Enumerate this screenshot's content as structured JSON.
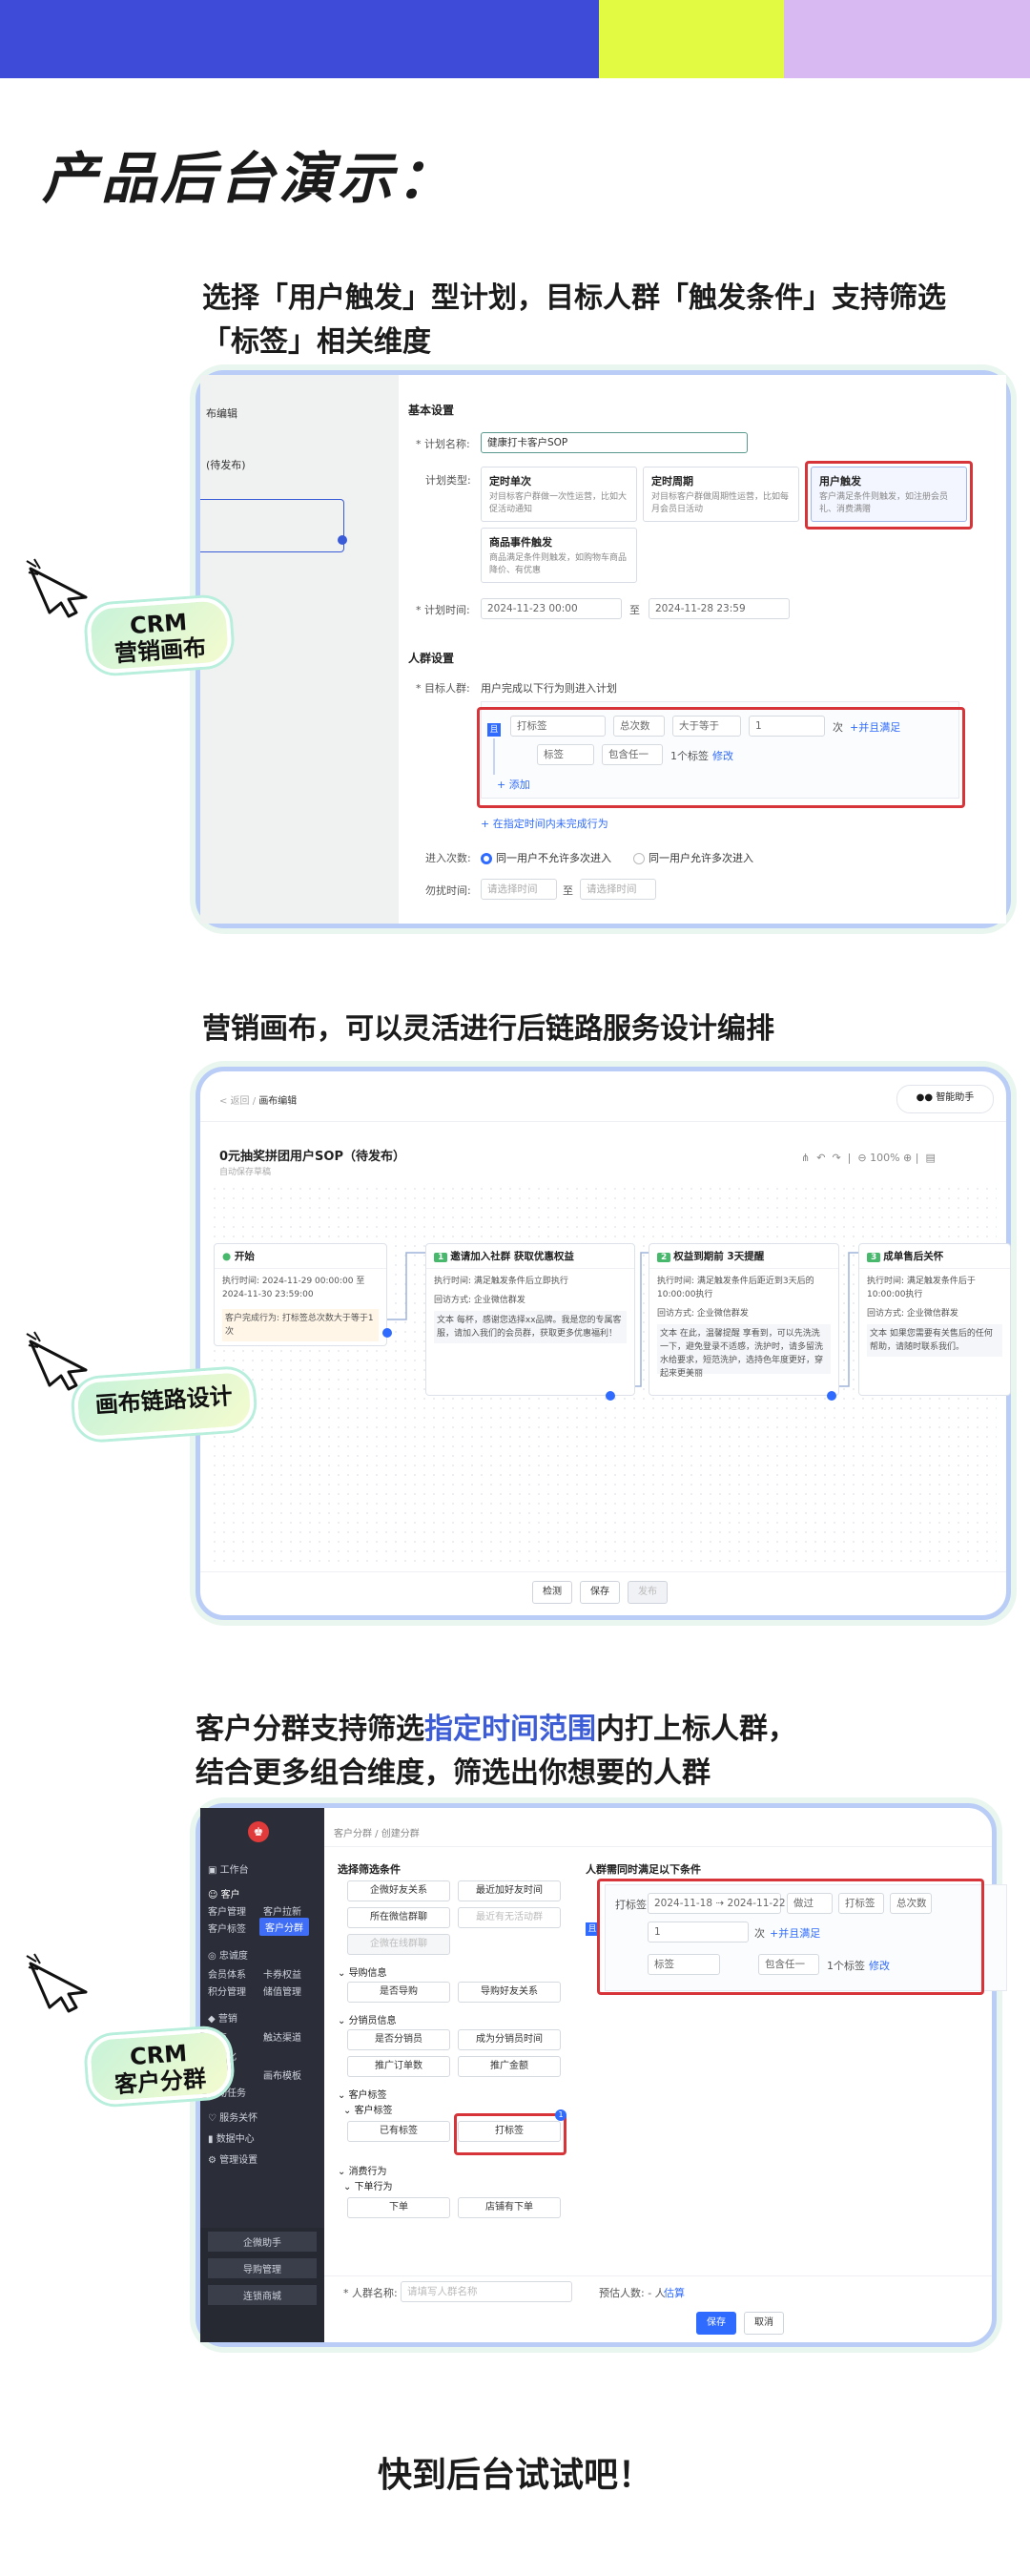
{
  "colors": {
    "bar_blue": "#3d4bd8",
    "bar_yellow": "#e3fa42",
    "bar_purple": "#d8b9f2",
    "frame": "#b9cdf6",
    "highlight": "#3d5dd6",
    "red_box": "#d7343a"
  },
  "title": "产品后台演示：",
  "section1": {
    "caption_line1": "选择「用户触发」型计划，目标人群「触发条件」支持筛选",
    "caption_line2": "「标签」相关维度",
    "badge_line1": "CRM",
    "badge_line2": "营销画布",
    "sidebar_label1": "布编辑",
    "sidebar_label2": "(待发布)",
    "basic_settings": "基本设置",
    "plan_name_label": "* 计划名称:",
    "plan_name_value": "健康打卡客户SOP",
    "plan_type_label": "计划类型:",
    "types": [
      {
        "title": "定时单次",
        "desc": "对目标客户群做一次性运营，比如大促活动通知"
      },
      {
        "title": "定时周期",
        "desc": "对目标客户群做周期性运营，比如每月会员日活动"
      },
      {
        "title": "用户触发",
        "desc": "客户满足条件则触发，如注册会员礼、消费满赠"
      },
      {
        "title": "商品事件触发",
        "desc": "商品满足条件则触发，如购物车商品降价、有优惠"
      }
    ],
    "plan_time_label": "* 计划时间:",
    "start_time": "2024-11-23 00:00",
    "to": "至",
    "end_time": "2024-11-28 23:59",
    "crowd_settings": "人群设置",
    "target_label": "* 目标人群:",
    "target_desc": "用户完成以下行为则进入计划",
    "and_label": "且",
    "cond_tag": "打标签",
    "cond_total": "总次数",
    "cond_gt": "大于等于",
    "cond_value": "1",
    "cond_unit": "次",
    "cond_and": "+并且满足",
    "cond_label": "标签",
    "cond_include": "包含任一",
    "cond_count": "1个标签",
    "cond_edit": "修改",
    "add": "+ 添加",
    "add_not_done": "+ 在指定时间内未完成行为",
    "entry_label": "进入次数:",
    "entry_opt1": "同一用户不允许多次进入",
    "entry_opt2": "同一用户允许多次进入",
    "disturb_label": "勿扰时间:",
    "disturb_start": "请选择时间",
    "disturb_end": "请选择时间"
  },
  "section2": {
    "caption": "营销画布，可以灵活进行后链路服务设计编排",
    "badge": "画布链路设计",
    "breadcrumb_back": "< 返回",
    "breadcrumb_sep": "/",
    "breadcrumb_current": "画布编辑",
    "assistant": "智能助手",
    "canvas_title": "0元抽奖拼团用户SOP（待发布）",
    "canvas_sub": "自动保存草稿",
    "zoom": "100%",
    "nodes": [
      {
        "title": "开始",
        "lines": [
          "执行时间: 2024-11-29 00:00:00 至 2024-11-30 23:59:00",
          "客户完成行为: 打标签总次数大于等于1次"
        ]
      },
      {
        "num": "1",
        "title": "邀请加入社群 获取优惠权益",
        "lines": [
          "执行时间: 满足触发条件后立即执行",
          "回访方式: 企业微信群发",
          "文本  每杯，感谢您选择xx品牌。我是您的专属客服，请加入我们的会员群，获取更多优惠福利！"
        ]
      },
      {
        "num": "2",
        "title": "权益到期前 3天提醒",
        "lines": [
          "执行时间: 满足触发条件后距近到3天后的10:00:00执行",
          "回访方式: 企业微信群发",
          "文本  在此，温馨提醒 享看到，可以先洗洗一下，避免登录不适感，洗护时，请多留洗水给要求，短范洗护，选持色年度更好，穿起来更美丽"
        ]
      },
      {
        "num": "3",
        "title": "成单售后关怀",
        "lines": [
          "执行时间: 满足触发条件后于10:00:00执行",
          "回访方式: 企业微信群发",
          "文本  如果您需要有关售后的任何帮助，请随时联系我们。"
        ]
      }
    ],
    "btn_check": "检测",
    "btn_save": "保存",
    "btn_publish": "发布"
  },
  "section3": {
    "caption_line1_a": "客户分群支持筛选",
    "caption_line1_b": "指定时间范围",
    "caption_line1_c": "内打上标人群，",
    "caption_line2": "结合更多组合维度，筛选出你想要的人群",
    "badge_line1": "CRM",
    "badge_line2": "客户分群",
    "breadcrumb": "客户分群 / 创建分群",
    "side": [
      "工作台",
      "客户",
      "客户管理",
      "客户拉新",
      "客户标签",
      "客户分群",
      "忠诚度",
      "会员体系",
      "卡券权益",
      "积分管理",
      "储值管理",
      "营销",
      "裂变",
      "触达渠道",
      "自动化",
      "画布",
      "画布模板",
      "自动任务",
      "服务关怀",
      "数据中心",
      "管理设置"
    ],
    "side_bottom": [
      "企微助手",
      "导购管理",
      "连锁商城"
    ],
    "filter_title": "选择筛选条件",
    "filters": [
      [
        "企微好友关系",
        "最近加好友时间"
      ],
      [
        "所在微信群聊",
        "最近有无活动群"
      ],
      [
        "企微在线群聊",
        ""
      ]
    ],
    "guide_title": "导购信息",
    "guide": [
      "是否导购",
      "导购好友关系"
    ],
    "dist_title": "分销员信息",
    "dist": [
      [
        "是否分销员",
        "成为分销员时间"
      ],
      [
        "推广订单数",
        "推广金额"
      ]
    ],
    "tag_title": "客户标签",
    "tag_sub": "客户标签",
    "tag_existing": "已有标签",
    "tag_action": "打标签",
    "consume_title": "消费行为",
    "order_title": "下单行为",
    "order": [
      "下单",
      "店铺有下单"
    ],
    "cond_title": "人群需同时满足以下条件",
    "cond_tag": "打标签",
    "cond_start": "2024-11-18",
    "cond_end": "2024-11-22",
    "cond_did": "做过",
    "cond_tag2": "打标签",
    "cond_total": "总次数",
    "cond_value": "1",
    "cond_unit": "次",
    "cond_and": "+并且满足",
    "cond_label": "标签",
    "cond_include": "包含任一",
    "cond_count": "1个标签",
    "cond_edit": "修改",
    "and_label": "且",
    "name_label": "* 人群名称:",
    "name_placeholder": "请填写人群名称",
    "estimate": "预估人数: - 人",
    "estimate_link": "估算",
    "btn_save": "保存",
    "btn_cancel": "取消"
  },
  "footer": "快到后台试试吧！"
}
